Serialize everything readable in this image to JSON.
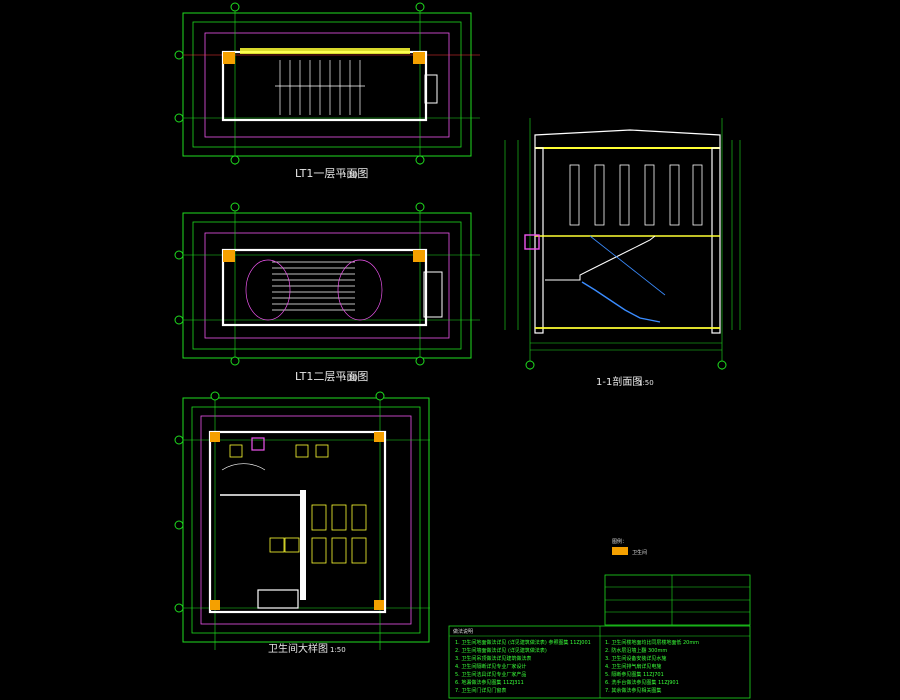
{
  "drawing": {
    "plan1_title": "LT1一层平面图",
    "plan1_scale": "1:50",
    "plan2_title": "LT1二层平面图",
    "plan2_scale": "1:50",
    "section_title": "1-1剖面图",
    "section_scale": "1:50",
    "toilet_title": "卫生间大样图",
    "toilet_scale": "1:50"
  },
  "legend": {
    "label": "图例：",
    "swatch_text": "卫生间",
    "colors": {
      "swatch": "#f5a000",
      "lines": "#1fdc1f",
      "walls": "#ffffff",
      "accent": "#ffff33"
    }
  },
  "notes_table": {
    "header": "做法说明",
    "rows": [
      "1.  卫生间地面做法详见 (详见建筑做法表) 参照图集 11ZJ001",
      "2.  卫生间墙面做法详见 (详见建筑做法表)",
      "3.  卫生间吊顶做法详见建筑做法表",
      "4.  卫生间隔断详见专业厂家设计",
      "5.  卫生间洁具详见专业厂家产品",
      "6.  地漏做法参见图集 11ZJ311",
      "7.  卫生间门详见门窗表"
    ],
    "right_rows": [
      "1.  卫生间楼地面均比同层楼地面低 20mm",
      "2.  防水层沿墙上翻 300mm",
      "3.  卫生间设备安装详见水施",
      "4.  卫生间排气扇详见电施",
      "5.  隔断参见图集 11ZJ701",
      "6.  洗手台做法参见图集 11ZJ901",
      "7.  其余做法参见相关图集"
    ]
  }
}
